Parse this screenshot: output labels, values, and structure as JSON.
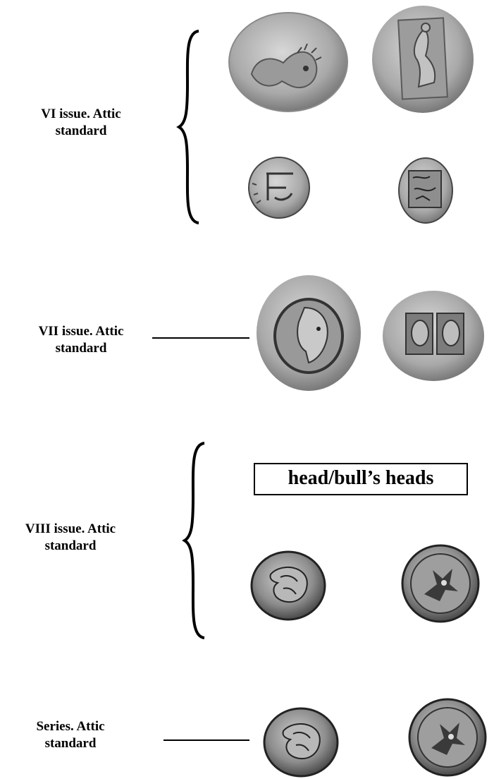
{
  "groups": [
    {
      "line1": "VI issue. Attic",
      "line2": "standard"
    },
    {
      "line1": "VII issue.  Attic",
      "line2": "standard"
    },
    {
      "line1": "VIII issue.  Attic",
      "line2": "standard"
    },
    {
      "line1": "Series. Attic",
      "line2": "standard"
    }
  ],
  "boxed_label": "head/bull’s heads",
  "coin_images": [
    "lion-head-coin-obverse",
    "kneeling-figure-coin-reverse",
    "small-lion-coin-obverse",
    "small-square-incuse-coin-reverse",
    "head-in-circle-coin-obverse",
    "double-incuse-heads-coin-reverse",
    "helmeted-head-coin-obverse",
    "bull-head-coin-reverse",
    "helmeted-head-coin-obverse-2",
    "bull-head-coin-reverse-2"
  ]
}
